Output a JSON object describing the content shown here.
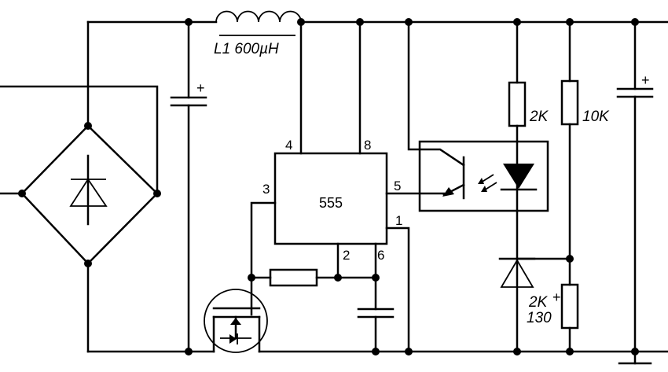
{
  "ic": {
    "label": "555",
    "pins": {
      "p4": "4",
      "p8": "8",
      "p3": "3",
      "p5": "5",
      "p1": "1",
      "p2": "2",
      "p6": "6"
    }
  },
  "inductor": {
    "label": "L1 600µH"
  },
  "resistors": {
    "r_2k": "2K",
    "r_10k": "10K",
    "r_bottom_top": "2K",
    "r_bottom_bottom": "130"
  },
  "polarity": {
    "plus": "+"
  }
}
